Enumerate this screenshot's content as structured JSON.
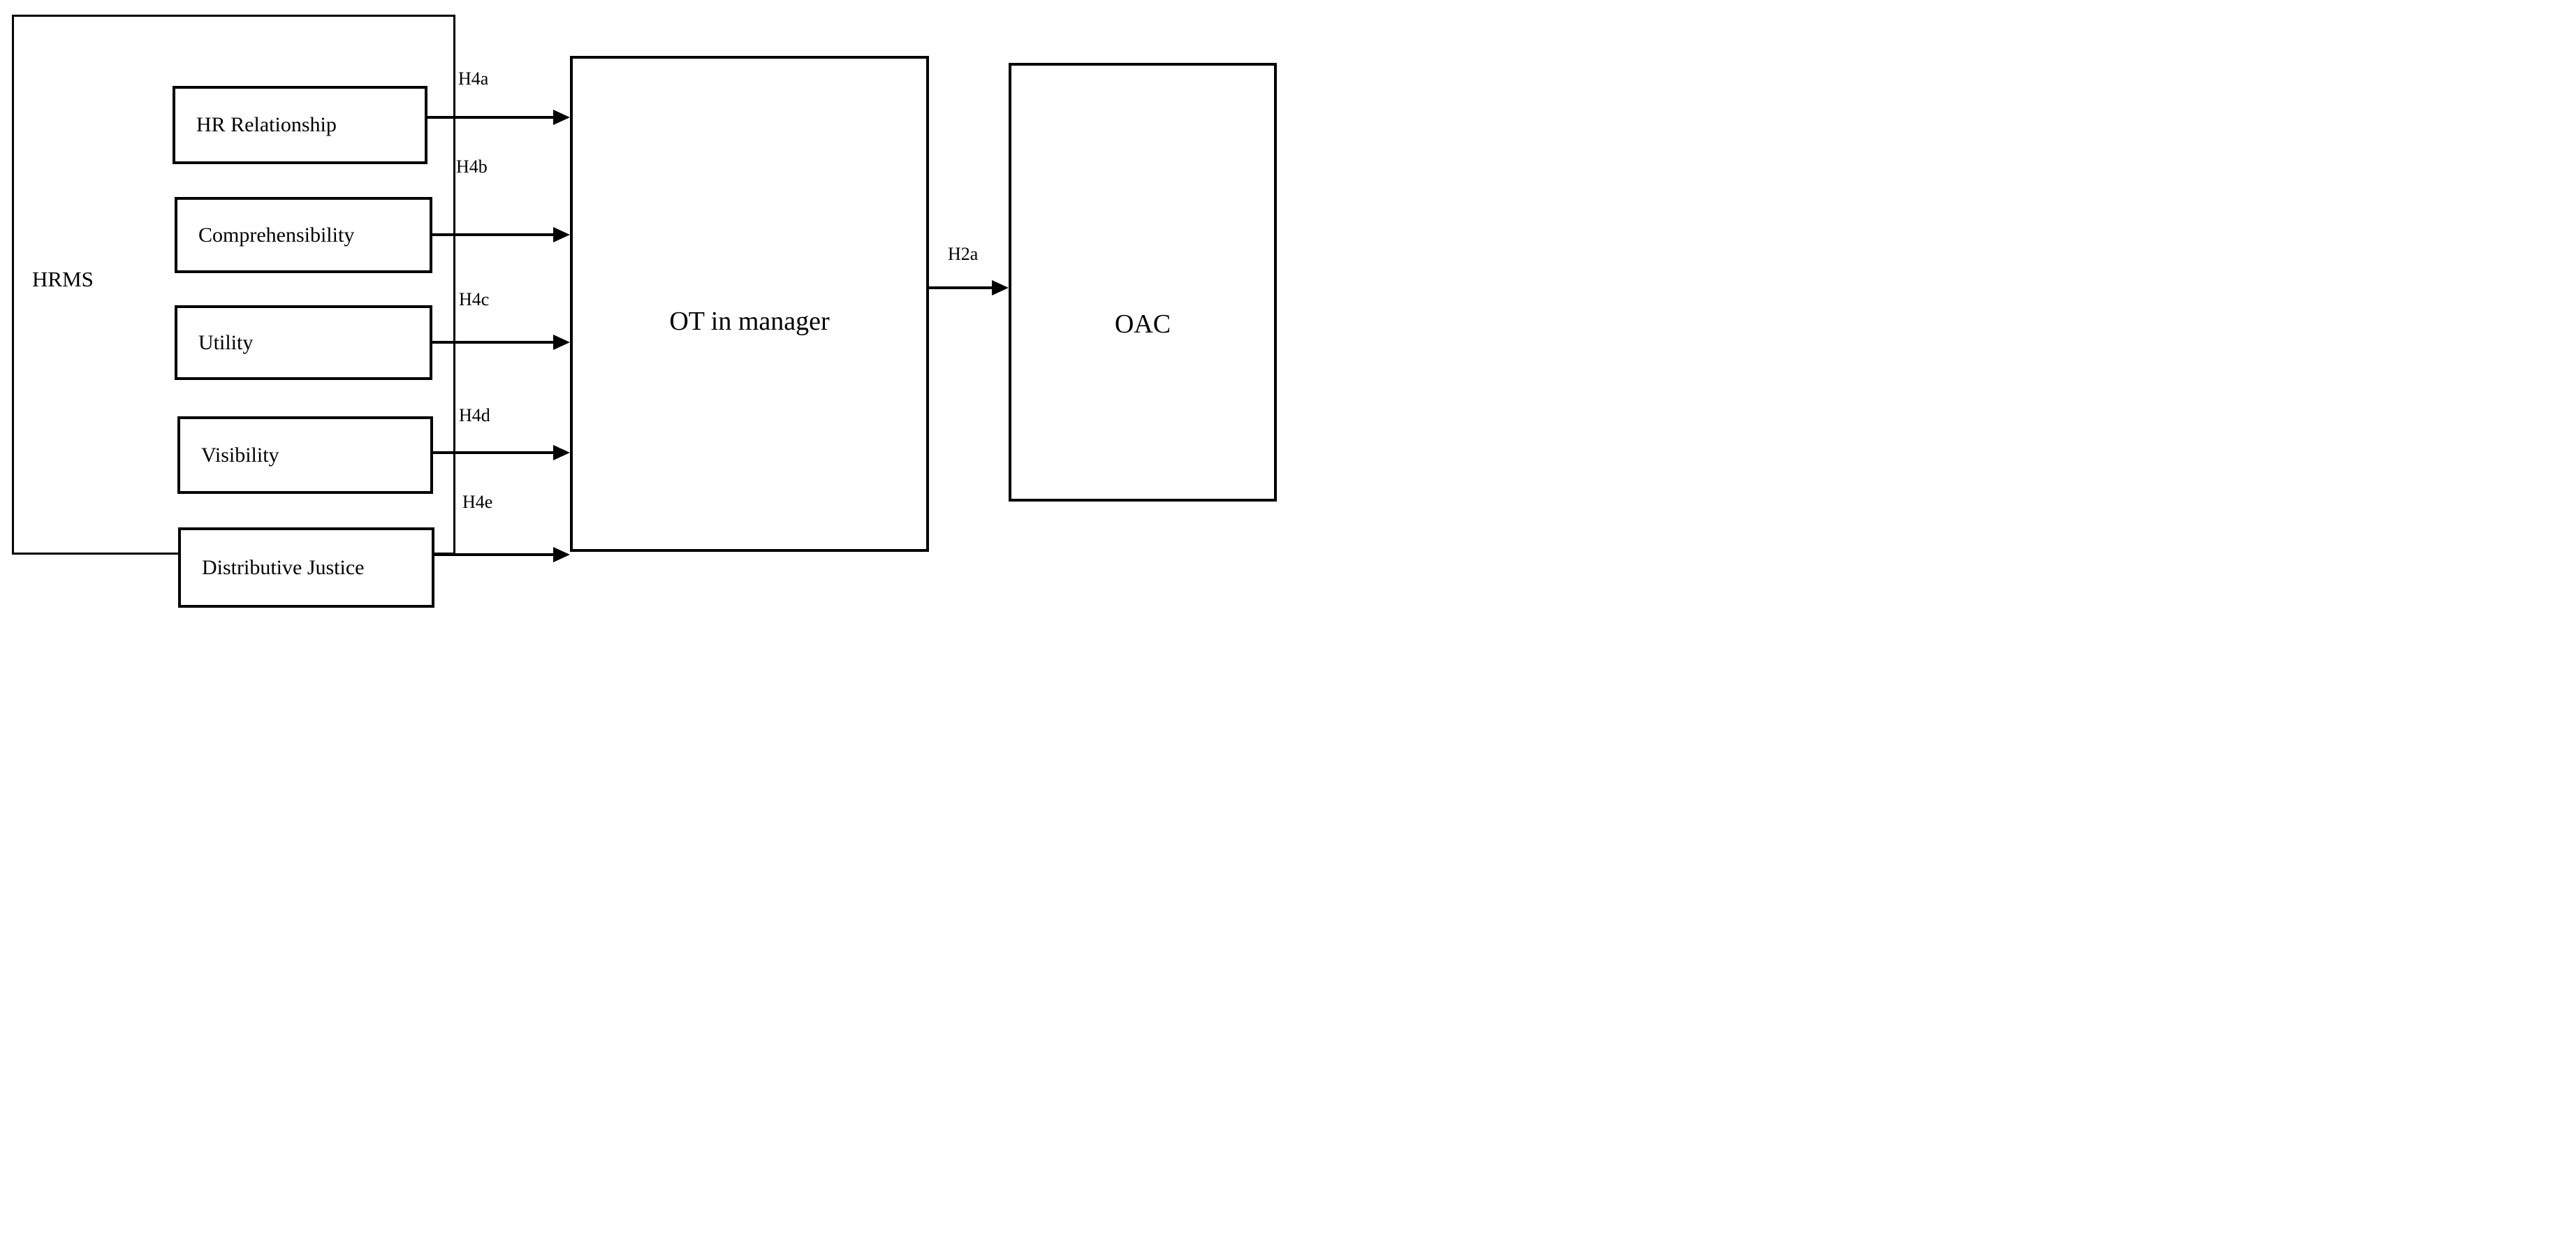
{
  "figure": {
    "colors": {
      "line": "#000000",
      "background": "#ffffff"
    },
    "group_box": {
      "label": "HRMS"
    },
    "antecedents": [
      {
        "label": "HR Relationship",
        "hypothesis": "H4a"
      },
      {
        "label": "Comprehensibility",
        "hypothesis": "H4b"
      },
      {
        "label": "Utility",
        "hypothesis": "H4c"
      },
      {
        "label": "Visibility",
        "hypothesis": "H4d"
      },
      {
        "label": "Distributive Justice",
        "hypothesis": "H4e"
      }
    ],
    "mediator": {
      "label": "OT in manager"
    },
    "outcome": {
      "label": "OAC"
    },
    "mediator_to_outcome": {
      "hypothesis": "H2a"
    }
  }
}
